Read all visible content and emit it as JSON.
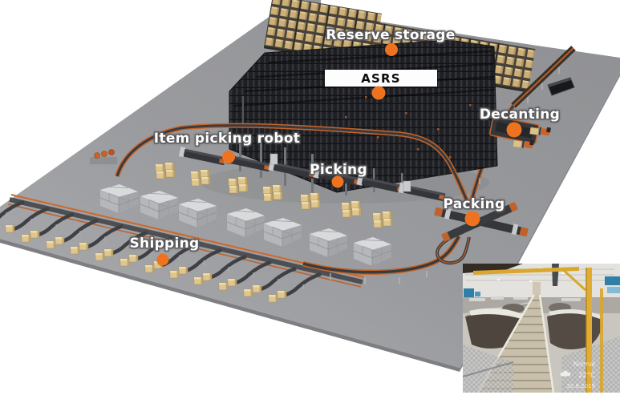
{
  "labels": {
    "reserve_storage": "Reserve storage",
    "asrs": "ASRS",
    "decanting": "Decanting",
    "item_picking_robot": "Item picking robot",
    "picking": "Picking",
    "packing": "Packing",
    "shipping": "Shipping"
  },
  "inset_photo": {
    "watermark_mode": "Normal",
    "watermark_temperature": "22°C",
    "watermark_date": "20.8.2019"
  },
  "colors": {
    "accent_orange": "#EE7320",
    "conveyor_line_orange": "#C2622A",
    "floor_gray": "#9A9B9E",
    "asrs_dark": "#1E1F22",
    "rack_box_tan": "#CDAF78",
    "carton_tan": "#DEC68E",
    "pallet_gray": "#C6C7CB",
    "conveyor_dark": "#3A3B3E"
  }
}
